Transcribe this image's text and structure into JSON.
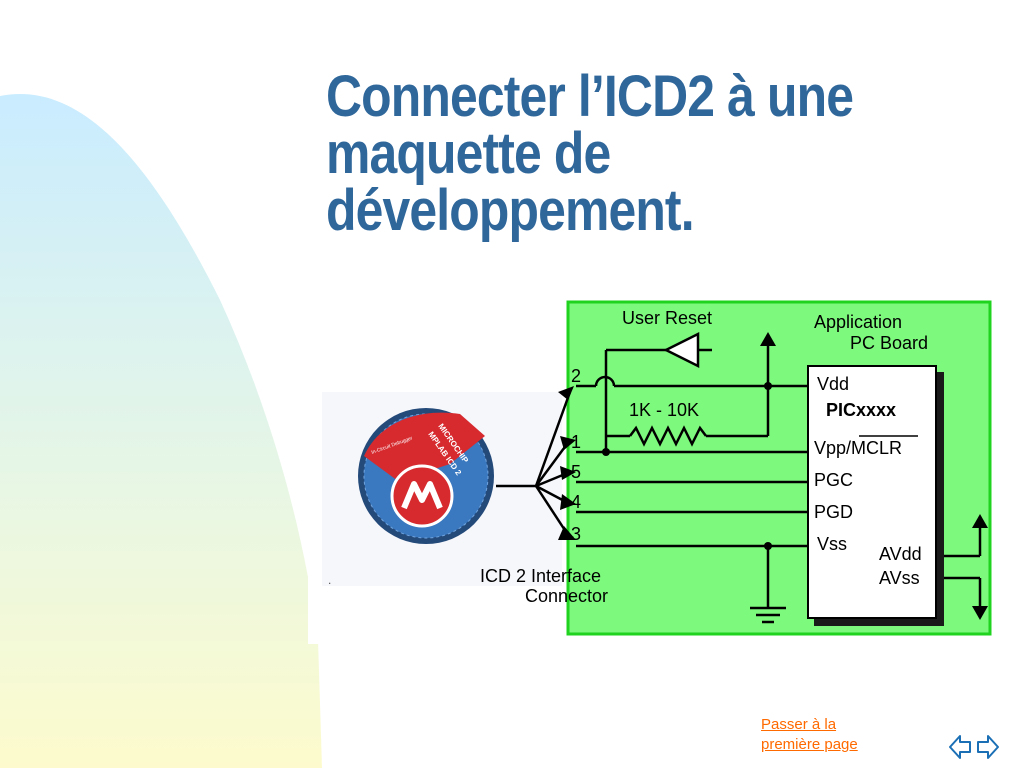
{
  "slide": {
    "title_lines": [
      "Connecter l’ICD2 à une",
      "maquette de",
      "développement."
    ]
  },
  "colors": {
    "title": "#2f679b",
    "board_green": "#7dfa7d",
    "board_border": "#1fd31f",
    "link": "#ff6a00",
    "puck_red": "#e0262b",
    "puck_blue": "#1d6bb5"
  },
  "diagram": {
    "user_reset": "User Reset",
    "board_label_1": "Application",
    "board_label_2": "PC Board",
    "resistor_value": "1K - 10K",
    "pins": [
      "2",
      "1",
      "5",
      "4",
      "3"
    ],
    "chip_pin_vdd": "Vdd",
    "chip_name": "PICxxxx",
    "chip_pin_vpp_prefix": "Vpp/",
    "chip_pin_mclr": "MCLR",
    "chip_pin_pgc": "PGC",
    "chip_pin_pgd": "PGD",
    "chip_pin_vss": "Vss",
    "chip_pin_avdd": "AVdd",
    "chip_pin_avss": "AVss",
    "connector_label_1": "ICD 2 Interface",
    "connector_label_2": "Connector",
    "logo_text_1": "MICROCHIP",
    "logo_text_2": "MPLAB ICD 2",
    "logo_text_3": "In-Circuit Debugger"
  },
  "navigation": {
    "first_page_line_1": "Passer à la",
    "first_page_line_2": "première page",
    "arrows_icon": "double-arrow-icon"
  }
}
